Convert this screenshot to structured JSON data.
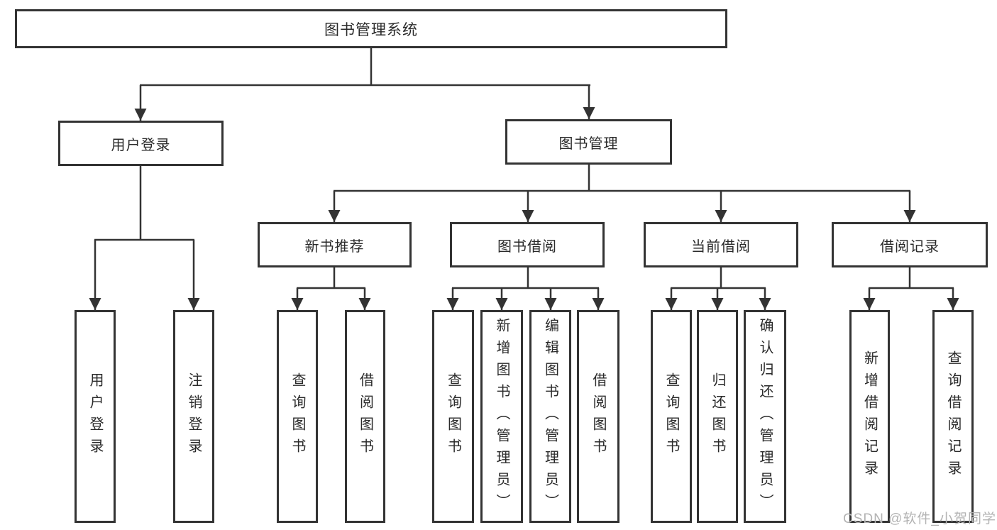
{
  "tree": {
    "label": "图书管理系统",
    "children": [
      {
        "label": "用户登录",
        "children": [
          {
            "label": "用户登录"
          },
          {
            "label": "注销登录"
          }
        ]
      },
      {
        "label": "图书管理",
        "children": [
          {
            "label": "新书推荐",
            "children": [
              {
                "label": "查询图书"
              },
              {
                "label": "借阅图书"
              }
            ]
          },
          {
            "label": "图书借阅",
            "children": [
              {
                "label": "查询图书"
              },
              {
                "label": "新增图书（管理员）"
              },
              {
                "label": "编辑图书（管理员）"
              },
              {
                "label": "借阅图书"
              }
            ]
          },
          {
            "label": "当前借阅",
            "children": [
              {
                "label": "查询图书"
              },
              {
                "label": "归还图书"
              },
              {
                "label": "确认归还（管理员）"
              }
            ]
          },
          {
            "label": "借阅记录",
            "children": [
              {
                "label": "新增借阅记录"
              },
              {
                "label": "查询借阅记录"
              }
            ]
          }
        ]
      }
    ]
  },
  "watermark": {
    "text": "CSDN @软件_小贺同学"
  },
  "colors": {
    "line": "#333333",
    "text": "#2a2a2a",
    "watermark": "#b3b3b3",
    "background": "#ffffff"
  }
}
